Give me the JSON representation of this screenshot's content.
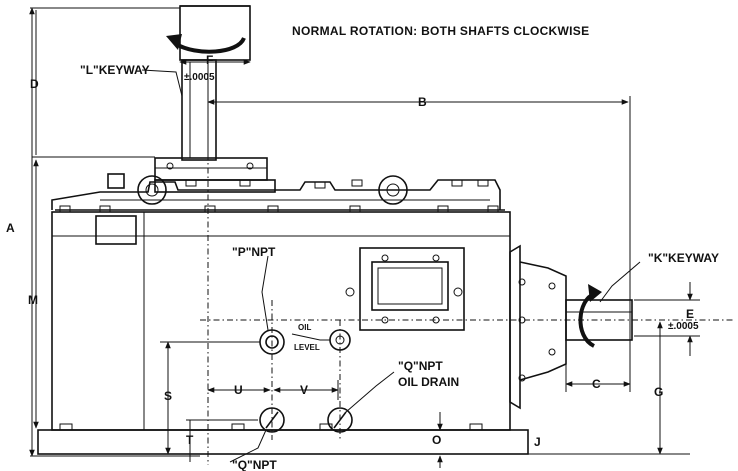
{
  "note": "NORMAL ROTATION: BOTH SHAFTS CLOCKWISE",
  "keyways": {
    "L": "\"L\"KEYWAY",
    "K": "\"K\"KEYWAY",
    "L_tol": "±.0005",
    "K_tol": "±.0005"
  },
  "ports": {
    "P": "\"P\"NPT",
    "Q_top": "\"Q\"NPT",
    "Q_drain": "OIL DRAIN",
    "Q_bottom": "\"Q\"NPT",
    "oil_level_1": "OIL",
    "oil_level_2": "LEVEL"
  },
  "dims": {
    "A": "A",
    "B": "B",
    "C": "C",
    "D": "D",
    "E": "E",
    "F": "F",
    "G": "G",
    "J": "J",
    "M": "M",
    "O": "O",
    "S": "S",
    "T": "T",
    "U": "U",
    "V": "V"
  }
}
